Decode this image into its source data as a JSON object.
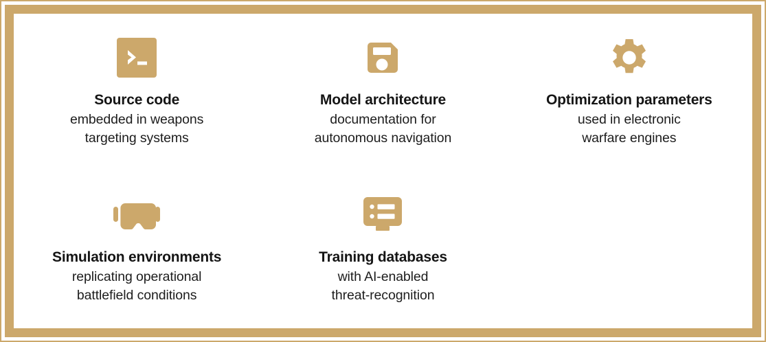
{
  "theme": {
    "accent_color": "#CCA86B",
    "background_color": "#FFFFFF",
    "title_text_color": "#151515",
    "body_text_color": "#1D1D1D"
  },
  "frame": {
    "outer_border_color": "#CCA86B",
    "inner_border_color": "#CCA86B"
  },
  "cards": [
    {
      "icon": "terminal-icon",
      "title": "Source code",
      "description": "embedded in weapons\ntargeting systems"
    },
    {
      "icon": "floppy-disk-save-icon",
      "title": "Model architecture",
      "description": "documentation for\nautonomous navigation"
    },
    {
      "icon": "gear-icon",
      "title": "Optimization parameters",
      "description": "used in electronic\nwarfare engines"
    },
    {
      "icon": "vr-headset-icon",
      "title": "Simulation environments",
      "description": "replicating operational\nbattlefield conditions"
    },
    {
      "icon": "server-database-icon",
      "title": "Training databases",
      "description": "with AI-enabled\nthreat-recognition"
    }
  ]
}
